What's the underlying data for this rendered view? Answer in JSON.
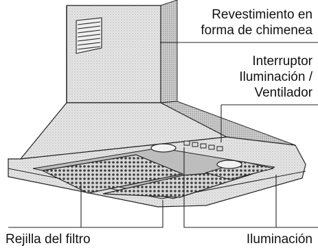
{
  "labels": {
    "chimney_cover": [
      "Revestimiento en",
      "forma de chimenea"
    ],
    "switch": [
      "Interruptor",
      "Iluminación /",
      "Ventilador"
    ],
    "filter_grid": "Rejilla del filtro",
    "lighting": "Iluminación"
  },
  "colors": {
    "line": "#222222",
    "shade_light": "#e4e4e4",
    "shade_mid": "#c9c9c9",
    "shade_dark": "#a9a9a9",
    "mesh": "#3a3a3a"
  }
}
